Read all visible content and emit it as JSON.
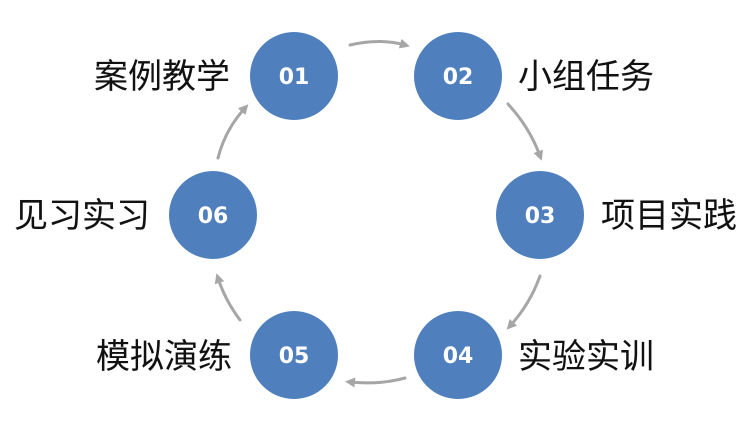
{
  "diagram": {
    "colors": {
      "node_fill": "#4f7fbd",
      "node_text": "#ffffff",
      "label_text": "#111111",
      "arrow": "#a6a6a6"
    },
    "steps": [
      {
        "number": "01",
        "label": "案例教学"
      },
      {
        "number": "02",
        "label": "小组任务"
      },
      {
        "number": "03",
        "label": "项目实践"
      },
      {
        "number": "04",
        "label": "实验实训"
      },
      {
        "number": "05",
        "label": "模拟演练"
      },
      {
        "number": "06",
        "label": "见习实习"
      }
    ]
  }
}
